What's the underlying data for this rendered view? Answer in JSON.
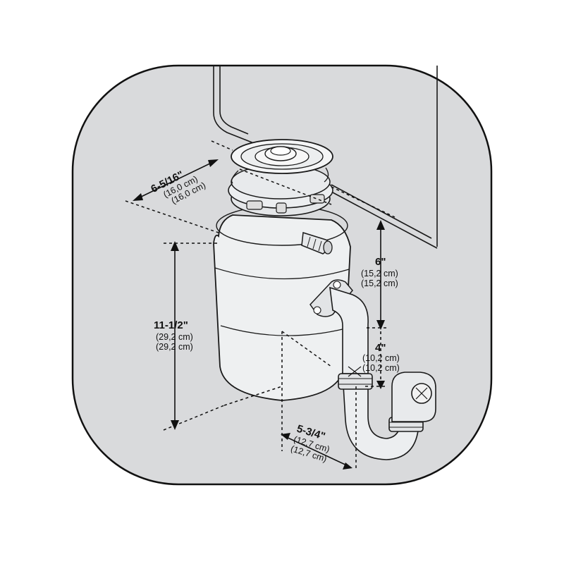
{
  "colors": {
    "background": "#ffffff",
    "panel": "#d9dadc",
    "panel_border": "#111111",
    "line": "#1a1a1a",
    "metal": "#f2f2f2"
  },
  "dimensions": {
    "flange_width": {
      "value": "6-5/16\"",
      "metric_1": "(16,0 cm)",
      "metric_2": "(16,0 cm)"
    },
    "height": {
      "value": "11-1/2\"",
      "metric_1": "(29,2 cm)",
      "metric_2": "(29,2 cm)"
    },
    "sink_to_inlet": {
      "value": "6\"",
      "metric_1": "(15,2 cm)",
      "metric_2": "(15,2 cm)"
    },
    "inlet_to_trap": {
      "value": "4\"",
      "metric_1": "(10,2 cm)",
      "metric_2": "(10,2 cm)"
    },
    "center_to_outlet": {
      "value": "5-3/4\"",
      "metric_1": "(12,7 cm)",
      "metric_2": "(12,7 cm)"
    }
  }
}
